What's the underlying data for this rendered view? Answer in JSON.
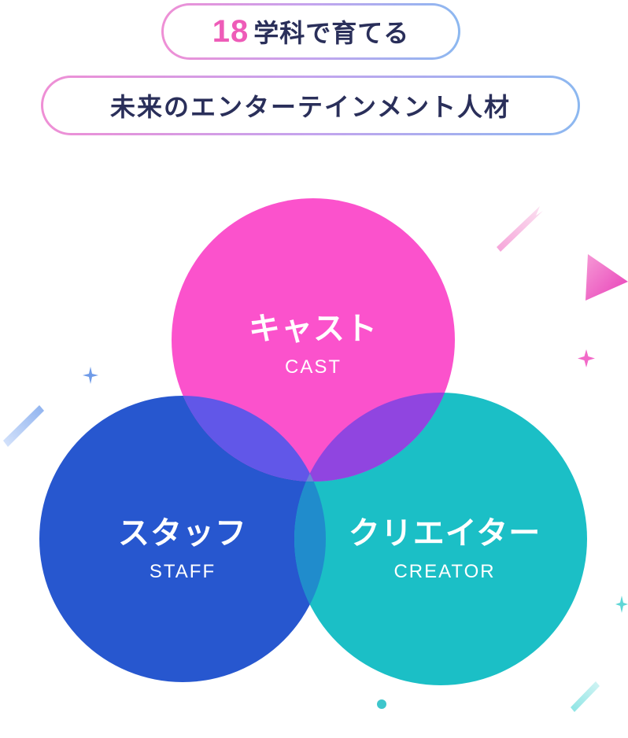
{
  "header": {
    "count": "18",
    "count_suffix": "学科で育てる",
    "tagline": "未来のエンターテインメント人材"
  },
  "diagram": {
    "circles": [
      {
        "key": "cast",
        "label_jp": "キャスト",
        "label_en": "CAST",
        "color": "#fb52cc"
      },
      {
        "key": "staff",
        "label_jp": "スタッフ",
        "label_en": "STAFF",
        "color": "#2757cf"
      },
      {
        "key": "creator",
        "label_jp": "クリエイター",
        "label_en": "CREATOR",
        "color": "#1bbfc6"
      }
    ],
    "overlap_colors": {
      "cast_staff": "#6157e8",
      "cast_creator": "#9045e0",
      "staff_creator": "#208ccc",
      "center": "#6c86d6"
    }
  },
  "decorations": {
    "accent_pink": "#f269c8",
    "accent_blue": "#6f9be8",
    "accent_teal": "#5fd6d6"
  }
}
